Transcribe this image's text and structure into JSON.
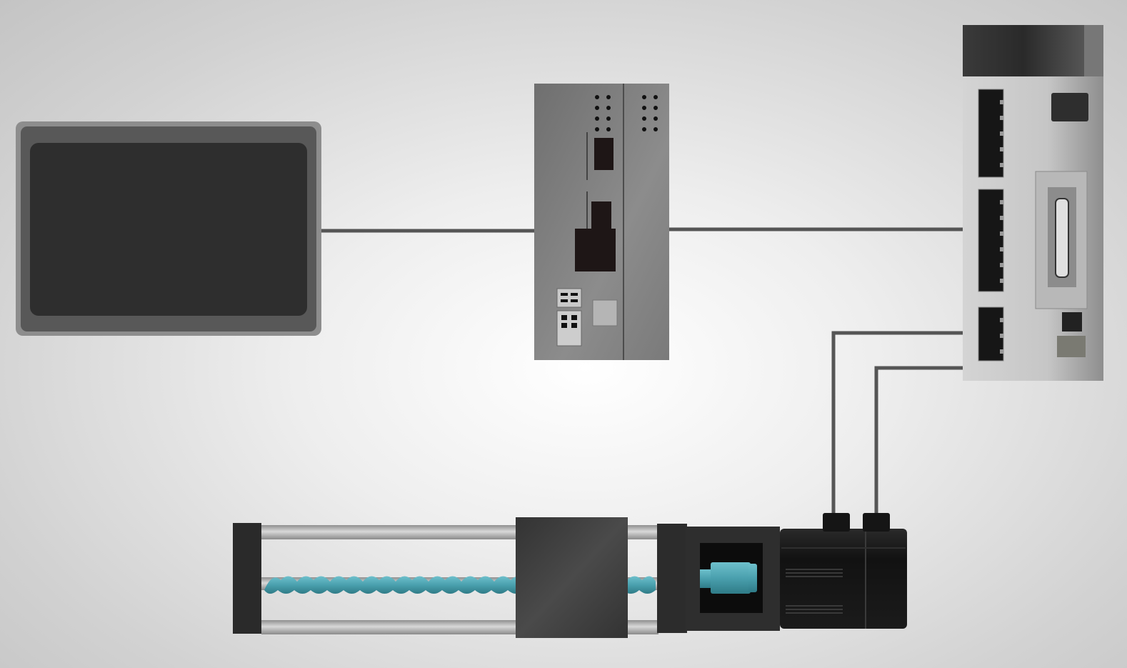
{
  "diagram": {
    "components": [
      "hmi-touch-panel",
      "plc-controller",
      "servo-drive",
      "servo-motor",
      "linear-actuator"
    ],
    "colors": {
      "cable": "#555555",
      "screw": "#4fa3b0",
      "dark": "#2b2b2b",
      "module_gray": "#858585"
    }
  }
}
